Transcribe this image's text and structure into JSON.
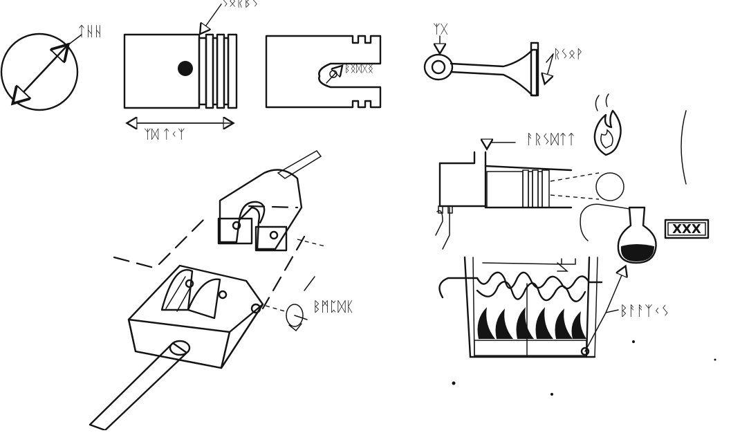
{
  "palette": {
    "ink": "#141414",
    "paper": "#ffffff",
    "shade": "#3a3a3a"
  },
  "labels": {
    "diameter": "ᛏᚺᚺ",
    "ring": "ᛊᛟᚱᛒᛊ",
    "length": "ᛉᛞ ᛏᚲᛉ",
    "pin": "ᛒᛝᛞᚷᛝ",
    "rod_top": "ᛉᚷ",
    "rod_big": "ᚱᛊᛟᚹ",
    "cylinder": "ᚨᚱᛊᛞᛏᛏ",
    "rotate": "ᛒᛗᛈᛞᛕ",
    "vessel": "ᛒᚨᚨᛉᚲᛊ",
    "box": "XXX"
  },
  "icons": {
    "flame": "flame-icon",
    "flask": "flask-icon",
    "rotation": "rotate-arrow-icon"
  }
}
